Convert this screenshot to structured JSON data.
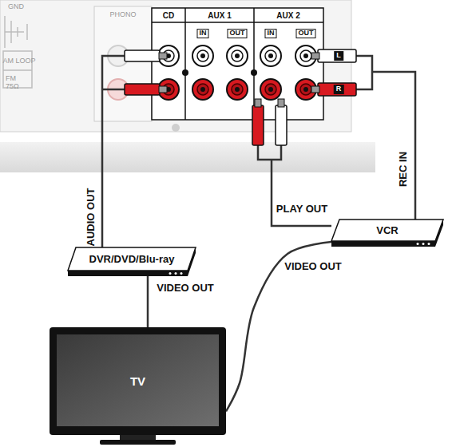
{
  "diagram": {
    "nodes": [
      {
        "text": [
          "VCR"
        ]
      },
      {
        "text": [
          "DVR/DVD/Blu-ray"
        ]
      },
      {
        "text": [
          "TV"
        ]
      }
    ],
    "edges": [
      {
        "from": 1,
        "to": 2,
        "arrow": "none",
        "label": "VIDEO OUT"
      },
      {
        "from": 0,
        "to": 2,
        "arrow": "none",
        "label": "VIDEO OUT"
      }
    ],
    "labels": [
      "GND",
      "AM LOOP",
      "FM 75Ω",
      "PHONO",
      "CD",
      "AUX 1",
      "AUX 2",
      "IN",
      "OUT",
      "IN",
      "OUT",
      "L",
      "R",
      "AUDIO OUT",
      "PLAY OUT",
      "REC IN"
    ]
  }
}
